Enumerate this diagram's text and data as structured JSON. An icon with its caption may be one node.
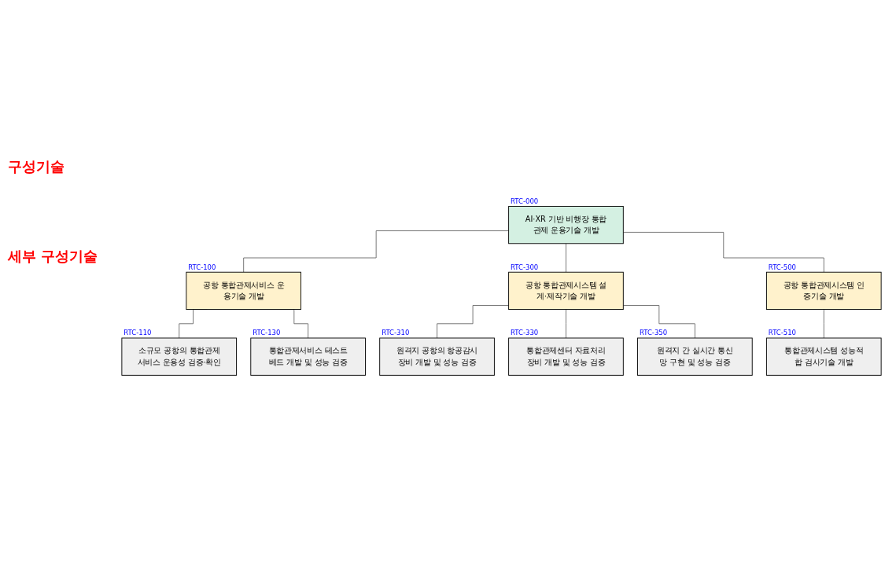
{
  "diagram": {
    "nodes": [
      {
        "text": [
          "AI·XR 기반 비행장 통합관제 운용기술 개발"
        ],
        "beside": [
          "RTC-000"
        ]
      },
      {
        "text": [
          "공항 통합관제서비스 운용기술 개발"
        ],
        "beside": [
          "RTC-100"
        ]
      },
      {
        "text": [
          "소규모 공항의 통합관제서비스 운용성 검증·확인"
        ],
        "beside": [
          "RTC-110"
        ]
      },
      {
        "text": [
          "통합관제서비스 테스트베드 개발 및 성능 검증"
        ],
        "beside": [
          "RTC-130"
        ]
      },
      {
        "text": [
          "공항 통합관제시스템 설계·제작기술 개발"
        ],
        "beside": [
          "RTC-300"
        ]
      },
      {
        "text": [
          "원격지 공항의 항공감시장비 개발 및 성능 검증"
        ],
        "beside": [
          "RTC-310"
        ]
      },
      {
        "text": [
          "통합관제센터 자료처리장비 개발 및 성능 검증"
        ],
        "beside": [
          "RTC-330"
        ]
      },
      {
        "text": [
          "원격지 간 실시간 통신망 구현 및 성능 검증"
        ],
        "beside": [
          "RTC-350"
        ]
      },
      {
        "text": [
          "공항 통합관제시스템 인증기술 개발"
        ],
        "beside": [
          "RTC-500"
        ]
      },
      {
        "text": [
          "통합관제시스템 성능적합 검사기술 개발"
        ],
        "beside": [
          "RTC-510"
        ]
      }
    ],
    "edges": [
      {
        "from": 0,
        "to": 1,
        "arrow": "none"
      },
      {
        "from": 0,
        "to": 4,
        "arrow": "none"
      },
      {
        "from": 0,
        "to": 8,
        "arrow": "none"
      },
      {
        "from": 1,
        "to": 2,
        "arrow": "none"
      },
      {
        "from": 1,
        "to": 3,
        "arrow": "none"
      },
      {
        "from": 4,
        "to": 5,
        "arrow": "none"
      },
      {
        "from": 4,
        "to": 6,
        "arrow": "none"
      },
      {
        "from": 4,
        "to": 7,
        "arrow": "none"
      },
      {
        "from": 8,
        "to": 9,
        "arrow": "none"
      }
    ],
    "labels": [
      "구성기술",
      "세부 구성기술"
    ]
  }
}
